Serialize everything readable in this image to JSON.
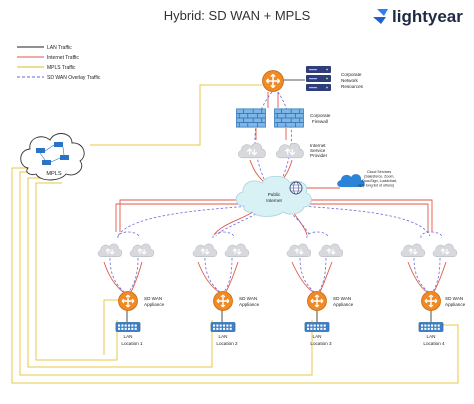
{
  "title": "Hybrid: SD WAN + MPLS",
  "brand": {
    "name": "lightyear"
  },
  "legend": [
    {
      "label": "LAN Traffic",
      "color": "#222222",
      "style": "solid"
    },
    {
      "label": "Internet Traffic",
      "color": "#e05a4a",
      "style": "solid"
    },
    {
      "label": "MPLS Traffic",
      "color": "#e8c84a",
      "style": "solid"
    },
    {
      "label": "SD WAN Overlay Traffic",
      "color": "#6a6ad8",
      "style": "dashed"
    }
  ],
  "nodes": {
    "mpls": "MPLS",
    "corporate_resources": [
      "Corporate",
      "Network",
      "Resources"
    ],
    "corporate_firewall": [
      "Corporate",
      "Firewall"
    ],
    "isp": [
      "Internet",
      "Service",
      "Provider"
    ],
    "public_internet": [
      "Public",
      "Internet"
    ],
    "cloud_services": [
      "Cloud Services",
      "(Salesforce, Zoom,",
      "DocuSign, Lucidchart,",
      "very long list of others)"
    ]
  },
  "locations": [
    {
      "appliance": [
        "SD WAN",
        "Appliance"
      ],
      "lan": "LAN",
      "name": "Location 1"
    },
    {
      "appliance": [
        "SD WAN",
        "Appliance"
      ],
      "lan": "LAN",
      "name": "Location 2"
    },
    {
      "appliance": [
        "SD WAN",
        "Appliance"
      ],
      "lan": "LAN",
      "name": "Location 3"
    },
    {
      "appliance": [
        "SD WAN",
        "Appliance"
      ],
      "lan": "LAN",
      "name": "Location 4"
    }
  ],
  "colors": {
    "lan": "#222222",
    "internet": "#e05a4a",
    "mpls": "#e8c84a",
    "overlay": "#6a6ad8",
    "router": "#f08a24",
    "firewall": "#4a90d9",
    "server": "#2f3d7a",
    "switch": "#3c7fc4",
    "cloud_grey": "#d7d9dd",
    "internet_cloud": "#d8f1f4",
    "brand_blue": "#2f7df6"
  },
  "icons": {
    "router": "router-icon",
    "firewall": "firewall-icon",
    "server": "server-rack-icon",
    "switch": "switch-icon",
    "cloud": "cloud-icon",
    "globe": "globe-icon",
    "logo": "lightyear-logo-icon"
  }
}
